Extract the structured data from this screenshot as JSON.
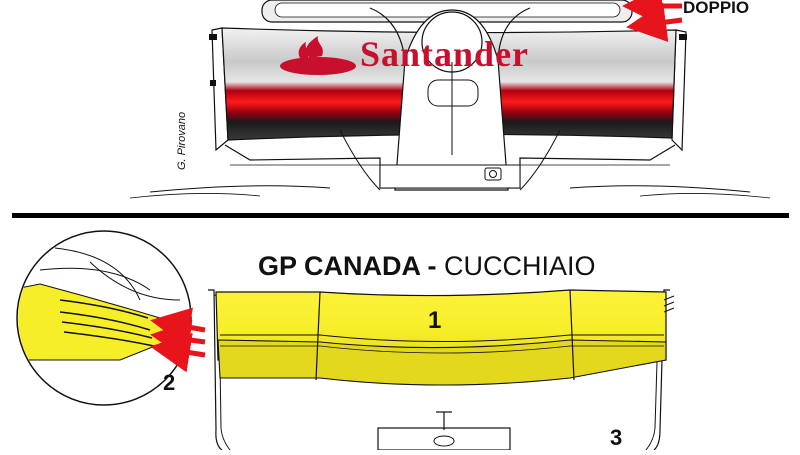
{
  "labels": {
    "doppio": "DOPPIO",
    "title_bold": "GP CANADA -",
    "title_regular": "CUCCHIAIO",
    "credit": "G. Pirovano",
    "marker_1": "1",
    "marker_2": "2",
    "marker_3": "3",
    "sponsor": "Santander"
  },
  "colors": {
    "wing_yellow": "#f7ee2a",
    "wing_yellow_dark": "#d8c800",
    "sponsor_red": "#c8102e",
    "arrow_red": "#e8141c",
    "wing_gray": "#d9d9d9",
    "wing_dark": "#2a2a2a",
    "divider": "#000000"
  }
}
